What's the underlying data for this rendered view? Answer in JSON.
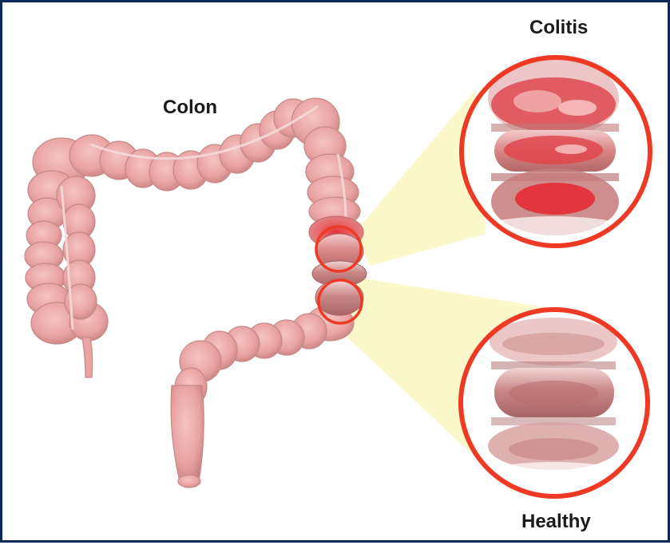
{
  "labels": {
    "colon": "Colon",
    "colitis": "Colitis",
    "healthy": "Healthy"
  },
  "colors": {
    "frame_border": "#0b2a5b",
    "colon_fill": "#e9a6a4",
    "colon_shadow": "#c97f7e",
    "inflamed": "#e8474c",
    "highlight_ring": "#ee3a24",
    "magnify_beam": "#fbf6b8"
  }
}
